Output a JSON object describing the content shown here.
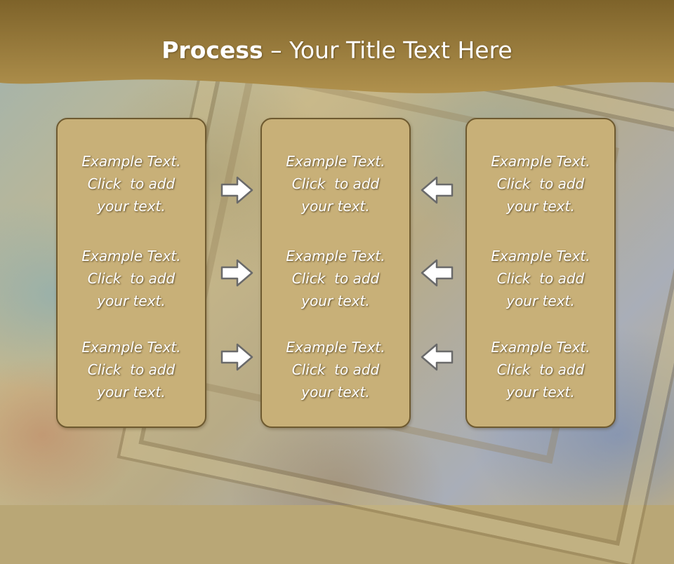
{
  "title": {
    "bold": "Process",
    "rest": " – Your Title Text Here"
  },
  "columns": [
    {
      "blocks": [
        {
          "line1": "Example Text.",
          "line2": "Click  to add",
          "line3": "your text."
        },
        {
          "line1": "Example Text.",
          "line2": "Click  to add",
          "line3": "your text."
        },
        {
          "line1": "Example Text.",
          "line2": "Click  to add",
          "line3": "your text."
        }
      ]
    },
    {
      "blocks": [
        {
          "line1": "Example Text.",
          "line2": "Click  to add",
          "line3": "your text."
        },
        {
          "line1": "Example Text.",
          "line2": "Click  to add",
          "line3": "your text."
        },
        {
          "line1": "Example Text.",
          "line2": "Click  to add",
          "line3": "your text."
        }
      ]
    },
    {
      "blocks": [
        {
          "line1": "Example Text.",
          "line2": "Click  to add",
          "line3": "your text."
        },
        {
          "line1": "Example Text.",
          "line2": "Click  to add",
          "line3": "your text."
        },
        {
          "line1": "Example Text.",
          "line2": "Click  to add",
          "line3": "your text."
        }
      ]
    }
  ],
  "arrows": {
    "left_group": "right-arrow-icon",
    "right_group": "left-arrow-icon"
  },
  "colors": {
    "header": "#9a7b3c",
    "panel": "#c8b078",
    "panel_border": "#6e5a30",
    "arrow_fill": "#ffffff",
    "arrow_stroke": "#6a6a6a"
  }
}
